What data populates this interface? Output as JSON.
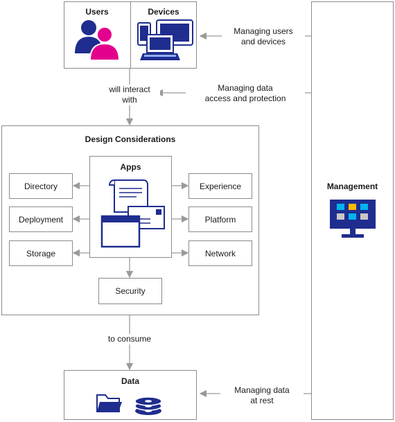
{
  "users": {
    "title": "Users"
  },
  "devices": {
    "title": "Devices"
  },
  "management": {
    "title": "Management"
  },
  "flows": {
    "managing_users": [
      "Managing users",
      "and devices"
    ],
    "managing_data_access": [
      "Managing data",
      "access and protection"
    ],
    "will_interact": [
      "will interact",
      "with"
    ],
    "to_consume": "to consume",
    "managing_data_rest": [
      "Managing data",
      "at rest"
    ]
  },
  "design": {
    "title": "Design Considerations",
    "apps_title": "Apps",
    "left": [
      "Directory",
      "Deployment",
      "Storage"
    ],
    "right": [
      "Experience",
      "Platform",
      "Network"
    ],
    "bottom": "Security"
  },
  "data": {
    "title": "Data"
  },
  "colors": {
    "navy": "#1f2d8f",
    "magenta": "#e3008c",
    "sky": "#00b4f0",
    "amber": "#ffb900",
    "arrow": "#9a9a9a",
    "border": "#8a8a8a"
  }
}
